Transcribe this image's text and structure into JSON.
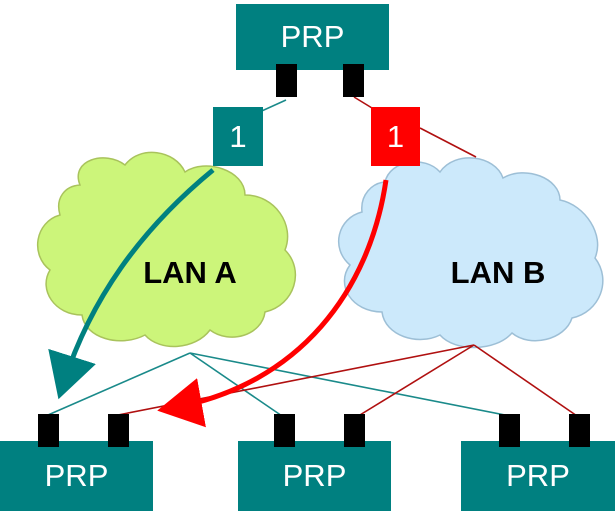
{
  "colors": {
    "prp_node": "#008080",
    "port": "#000000",
    "lan_a_cloud": "#ccf57a",
    "lan_b_cloud": "#cce9fb",
    "lan_a_link": "#1a8a8a",
    "lan_b_link": "#b01010",
    "frame_a": "#008080",
    "frame_b": "#ff0000",
    "path_a_arrow": "#008080",
    "path_b_arrow": "#ff0000"
  },
  "nodes": {
    "top": "PRP",
    "bottom": [
      "PRP",
      "PRP",
      "PRP"
    ]
  },
  "frames": {
    "lan_a": "1",
    "lan_b": "1"
  },
  "lans": {
    "a": "LAN A",
    "b": "LAN B"
  }
}
